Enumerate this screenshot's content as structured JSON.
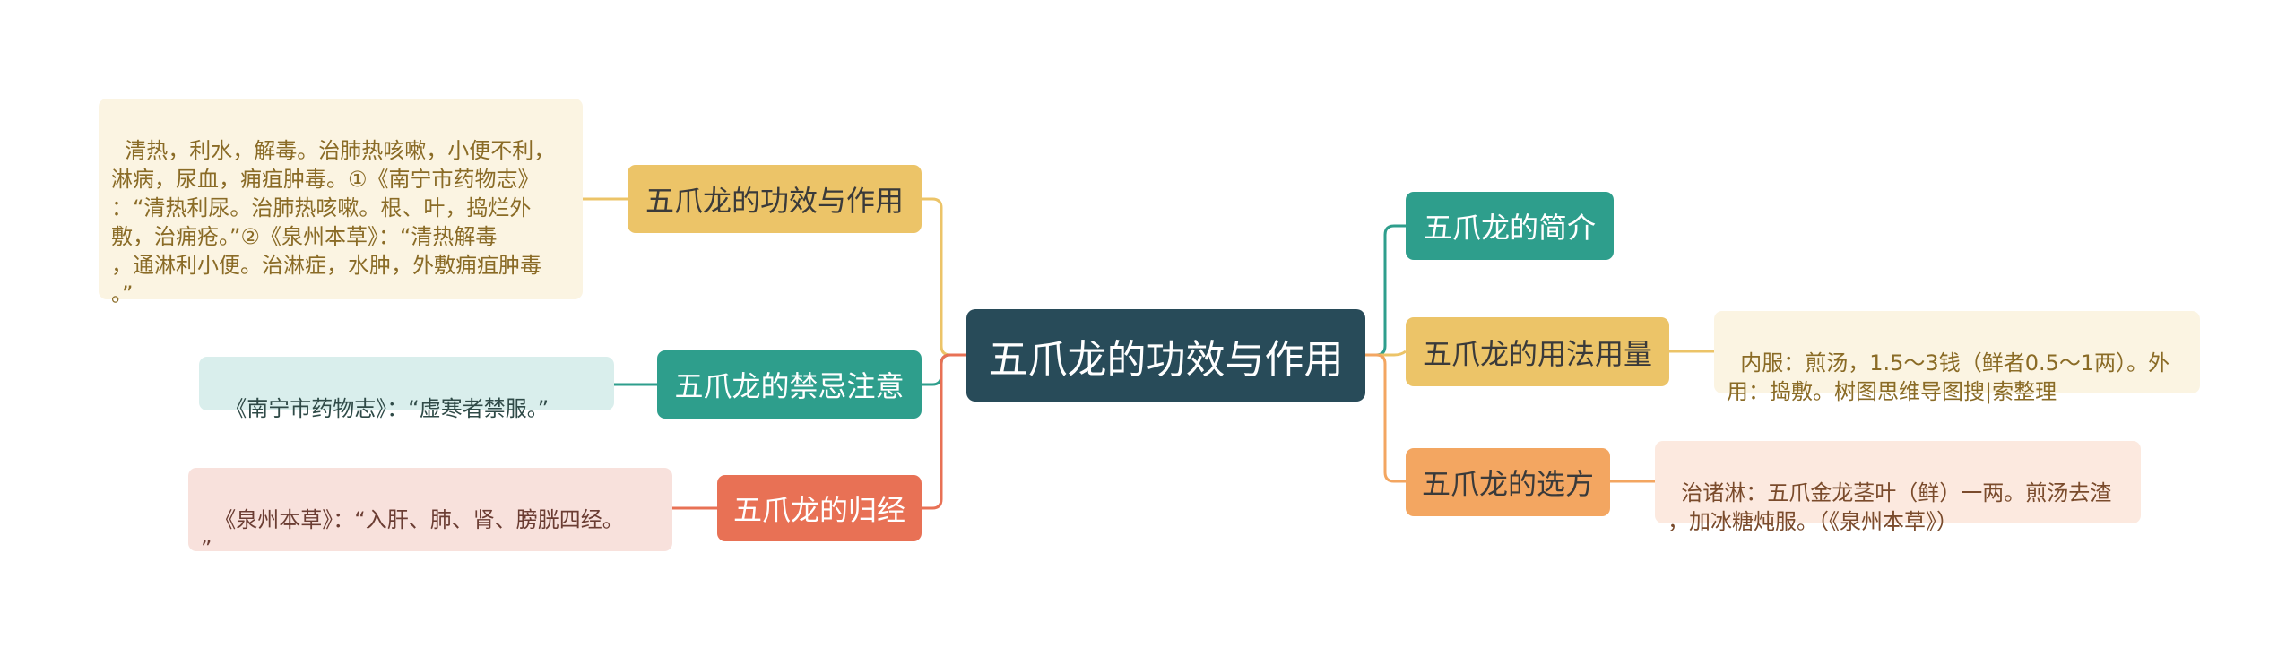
{
  "central": {
    "label": "五爪龙的功效与作用"
  },
  "left": [
    {
      "label": "五爪龙的功效与作用",
      "note": "清热，利水，解毒。治肺热咳嗽，小便不利，\n淋病，尿血，痈疽肿毒。①《南宁市药物志》\n：“清热利尿。治肺热咳嗽。根、叶，捣烂外\n敷，治痈疮。”②《泉州本草》：“清热解毒\n，通淋利小便。治淋症，水肿，外敷痈疽肿毒\n。”",
      "color": "#ecc468"
    },
    {
      "label": "五爪龙的禁忌注意",
      "note": "《南宁市药物志》：“虚寒者禁服。”",
      "color": "#2e9e8c"
    },
    {
      "label": "五爪龙的归经",
      "note": "《泉州本草》：“入肝、肺、肾、膀胱四经。\n”",
      "color": "#e87155"
    }
  ],
  "right": [
    {
      "label": "五爪龙的简介",
      "color": "#2e9e8c"
    },
    {
      "label": "五爪龙的用法用量",
      "note": "内服：煎汤，1.5～3钱（鲜者0.5～1两）。外\n用：捣敷。树图思维导图搜|索整理",
      "color": "#ecc468"
    },
    {
      "label": "五爪龙的选方",
      "note": "治诸淋：五爪金龙茎叶（鲜）一两。煎汤去渣\n，加冰糖炖服。（《泉州本草》）",
      "color": "#f3a661"
    }
  ]
}
